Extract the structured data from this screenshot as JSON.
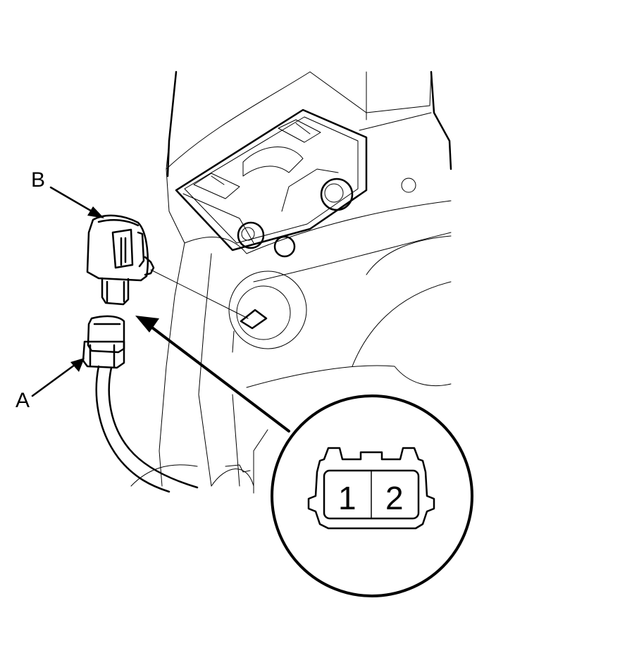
{
  "labels": {
    "connector_a": "A",
    "sensor_b": "B"
  },
  "terminals": {
    "pin_1": "1",
    "pin_2": "2"
  },
  "colors": {
    "line": "#000000",
    "background": "#ffffff"
  }
}
